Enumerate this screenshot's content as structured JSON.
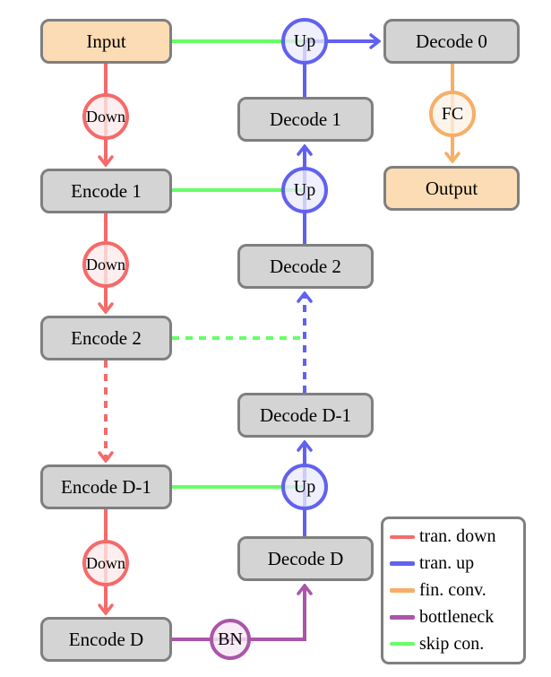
{
  "nodes": {
    "input": "Input",
    "output": "Output",
    "encode1": "Encode 1",
    "encode2": "Encode 2",
    "encodeDm1": "Encode D-1",
    "encodeD": "Encode D",
    "decode0": "Decode 0",
    "decode1": "Decode 1",
    "decode2": "Decode 2",
    "decodeDm1": "Decode D-1",
    "decodeD": "Decode D",
    "down": "Down",
    "up": "Up",
    "fc": "FC",
    "bn": "BN"
  },
  "legend": {
    "items": [
      {
        "label": "tran. down",
        "color": "#f56a6a"
      },
      {
        "label": "tran. up",
        "color": "#6161f0"
      },
      {
        "label": "fin. conv.",
        "color": "#f7ae67"
      },
      {
        "label": "bottleneck",
        "color": "#aa55aa"
      },
      {
        "label": "skip con.",
        "color": "#66ff66"
      }
    ]
  },
  "colors": {
    "tran_down": "#f56a6a",
    "tran_up": "#6161f0",
    "fin_conv": "#f7ae67",
    "bottleneck": "#aa55aa",
    "skip_con": "#66ff66",
    "box_fill": "#d4d4d4",
    "box_border": "#7f7f7f",
    "io_fill": "#fcdcb4"
  }
}
